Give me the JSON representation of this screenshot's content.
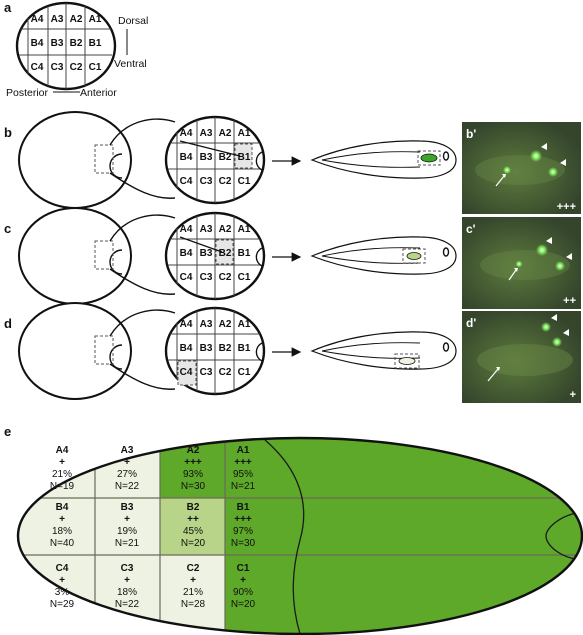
{
  "panel_labels": {
    "a": "a",
    "b": "b",
    "c": "c",
    "d": "d",
    "e": "e",
    "b_prime": "b'",
    "c_prime": "c'",
    "d_prime": "d'"
  },
  "axes": {
    "dorsal": "Dorsal",
    "ventral": "Ventral",
    "posterior": "Posterior",
    "anterior": "Anterior"
  },
  "grid_labels": [
    [
      "A4",
      "A3",
      "A2",
      "A1"
    ],
    [
      "B4",
      "B3",
      "B2",
      "B1"
    ],
    [
      "C4",
      "C3",
      "C2",
      "C1"
    ]
  ],
  "photo_scores": {
    "b_prime": "+++",
    "c_prime": "++",
    "d_prime": "+"
  },
  "summary": [
    [
      {
        "cell": "A4",
        "score": "+",
        "percent": "21%",
        "n": "N=19",
        "fill": "#eef2e2"
      },
      {
        "cell": "A3",
        "score": "+",
        "percent": "27%",
        "n": "N=22",
        "fill": "#eef2e2"
      },
      {
        "cell": "A2",
        "score": "+++",
        "percent": "93%",
        "n": "N=30",
        "fill": "#5ea82a"
      },
      {
        "cell": "A1",
        "score": "+++",
        "percent": "95%",
        "n": "N=21",
        "fill": "#5ea82a"
      }
    ],
    [
      {
        "cell": "B4",
        "score": "+",
        "percent": "18%",
        "n": "N=40",
        "fill": "#eef2e2"
      },
      {
        "cell": "B3",
        "score": "+",
        "percent": "19%",
        "n": "N=21",
        "fill": "#eef2e2"
      },
      {
        "cell": "B2",
        "score": "++",
        "percent": "45%",
        "n": "N=20",
        "fill": "#b8d489"
      },
      {
        "cell": "B1",
        "score": "+++",
        "percent": "97%",
        "n": "N=30",
        "fill": "#5ea82a"
      }
    ],
    [
      {
        "cell": "C4",
        "score": "+",
        "percent": "3%",
        "n": "N=29",
        "fill": "#eef2e2"
      },
      {
        "cell": "C3",
        "score": "+",
        "percent": "18%",
        "n": "N=22",
        "fill": "#eef2e2"
      },
      {
        "cell": "C2",
        "score": "+",
        "percent": "21%",
        "n": "N=28",
        "fill": "#eef2e2"
      },
      {
        "cell": "C1",
        "score": "+",
        "percent": "90%",
        "n": "N=20",
        "fill": "#5ea82a"
      }
    ]
  ],
  "colors": {
    "strong": "#5ea82a",
    "medium": "#b8d489",
    "weak": "#eef2e2",
    "photo_bg": "#3b4a34",
    "fluorescence": "#8cff6a"
  }
}
